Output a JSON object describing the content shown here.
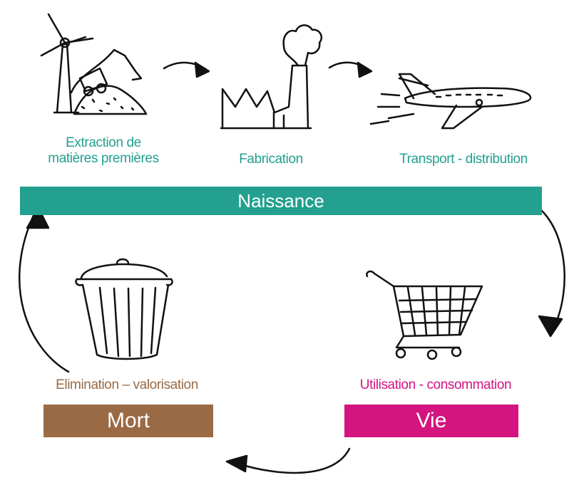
{
  "stages": {
    "extraction": "Extraction de\nmatières premières",
    "fabrication": "Fabrication",
    "transport": "Transport - distribution",
    "elimination": "Elimination – valorisation",
    "utilisation": "Utilisation - consommation"
  },
  "bars": {
    "naissance": "Naissance",
    "mort": "Mort",
    "vie": "Vie"
  },
  "colors": {
    "teal": "#23a08f",
    "brown": "#9a6a44",
    "pink": "#d4147f"
  },
  "icons": [
    "wind-turbine-excavator-icon",
    "factory-icon",
    "airplane-icon",
    "trash-can-icon",
    "shopping-cart-icon"
  ]
}
